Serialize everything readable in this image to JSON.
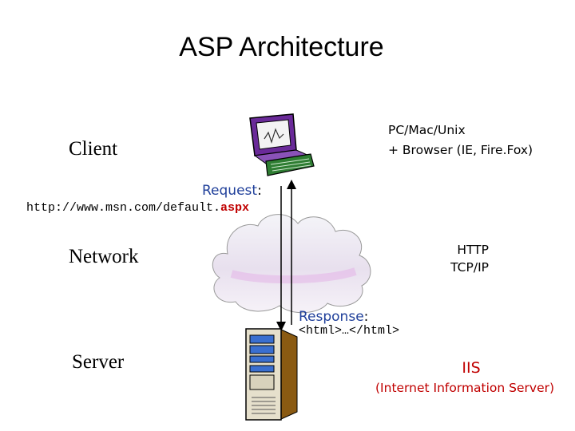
{
  "title": "ASP Architecture",
  "labels": {
    "client": "Client",
    "network": "Network",
    "server": "Server"
  },
  "client_side": {
    "platform_line1": "PC/Mac/Unix",
    "platform_line2": "+ Browser (IE, Fire.Fox)"
  },
  "request": {
    "label": "Request",
    "colon": ":",
    "url_prefix": "http://www.msn.com/default.",
    "url_ext": "aspx"
  },
  "network_side": {
    "protocol1": "HTTP",
    "protocol2": "TCP/IP"
  },
  "response": {
    "label": "Response",
    "colon": ":",
    "body": "<html>…</html>"
  },
  "server_side": {
    "name": "IIS",
    "full_name": "(Internet Information Server)"
  },
  "icons": [
    "computer-icon",
    "cloud-icon",
    "server-tower-icon"
  ],
  "colors": {
    "blue_text": "#1f3f9a",
    "red_text": "#c00000",
    "monitor": "#7b2fa6",
    "keyboard": "#2e7d32"
  }
}
